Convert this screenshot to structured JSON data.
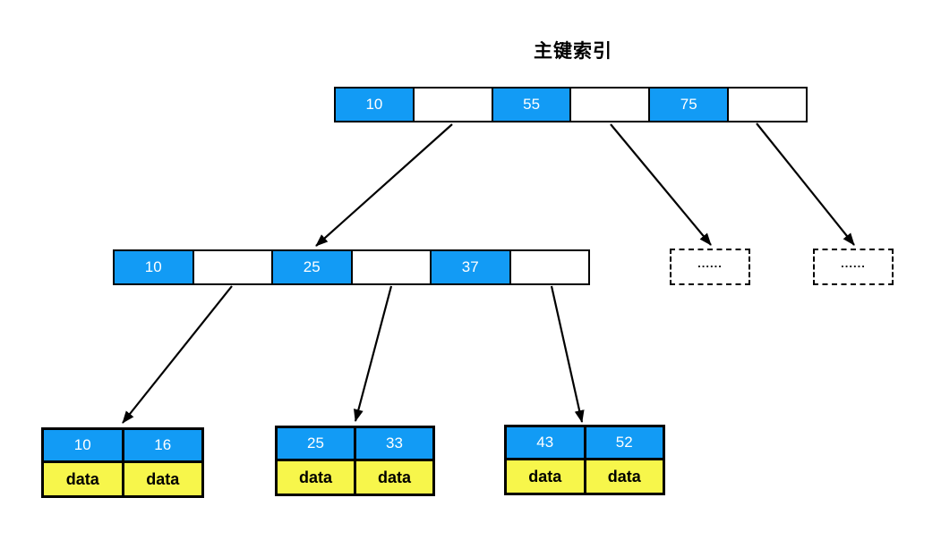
{
  "title": "主键索引",
  "colors": {
    "key_fill": "#129BF5",
    "key_text": "#FFFFFF",
    "data_fill": "#F7F64B",
    "data_text": "#000000",
    "border": "#000000",
    "background": "#FFFFFF"
  },
  "tree": {
    "root": {
      "keys": [
        "10",
        "55",
        "75"
      ]
    },
    "internal": {
      "keys": [
        "10",
        "25",
        "37"
      ]
    },
    "leaves": [
      {
        "keys": [
          "10",
          "16"
        ],
        "data": [
          "data",
          "data"
        ]
      },
      {
        "keys": [
          "25",
          "33"
        ],
        "data": [
          "data",
          "data"
        ]
      },
      {
        "keys": [
          "43",
          "52"
        ],
        "data": [
          "data",
          "data"
        ]
      }
    ],
    "placeholders": [
      {
        "label": "......"
      },
      {
        "label": "......"
      }
    ]
  }
}
